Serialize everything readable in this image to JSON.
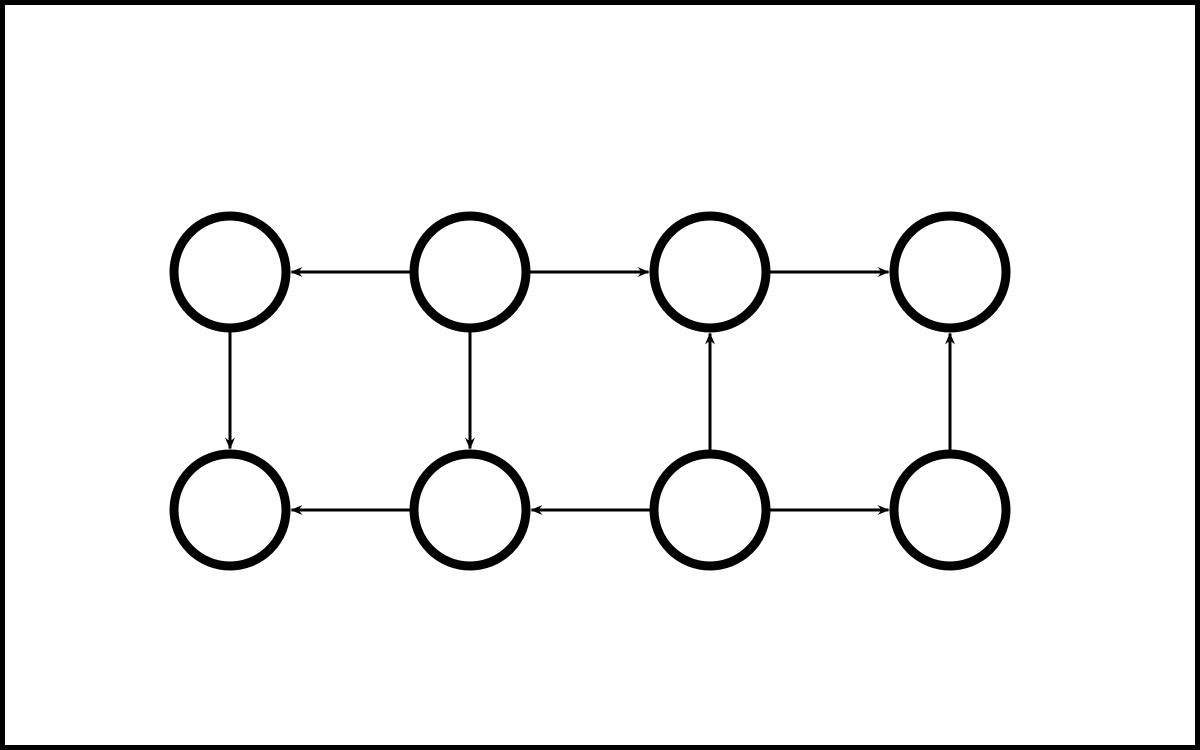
{
  "diagram": {
    "type": "directed-graph",
    "colors": {
      "background": "#ffffff",
      "frame": "#000000",
      "node_stroke": "#000000",
      "node_fill": "#ffffff",
      "edge": "#000000"
    },
    "nodes": [
      {
        "id": "top-1",
        "row": "top",
        "column": 1,
        "label": ""
      },
      {
        "id": "top-2",
        "row": "top",
        "column": 2,
        "label": ""
      },
      {
        "id": "top-3",
        "row": "top",
        "column": 3,
        "label": ""
      },
      {
        "id": "top-4",
        "row": "top",
        "column": 4,
        "label": ""
      },
      {
        "id": "bottom-1",
        "row": "bottom",
        "column": 1,
        "label": ""
      },
      {
        "id": "bottom-2",
        "row": "bottom",
        "column": 2,
        "label": ""
      },
      {
        "id": "bottom-3",
        "row": "bottom",
        "column": 3,
        "label": ""
      },
      {
        "id": "bottom-4",
        "row": "bottom",
        "column": 4,
        "label": ""
      }
    ],
    "edges": [
      {
        "from": "top-2",
        "to": "top-1"
      },
      {
        "from": "top-2",
        "to": "top-3"
      },
      {
        "from": "top-3",
        "to": "top-4"
      },
      {
        "from": "top-1",
        "to": "bottom-1"
      },
      {
        "from": "top-2",
        "to": "bottom-2"
      },
      {
        "from": "bottom-3",
        "to": "top-3"
      },
      {
        "from": "bottom-4",
        "to": "top-4"
      },
      {
        "from": "bottom-2",
        "to": "bottom-1"
      },
      {
        "from": "bottom-3",
        "to": "bottom-2"
      },
      {
        "from": "bottom-3",
        "to": "bottom-4"
      }
    ]
  }
}
